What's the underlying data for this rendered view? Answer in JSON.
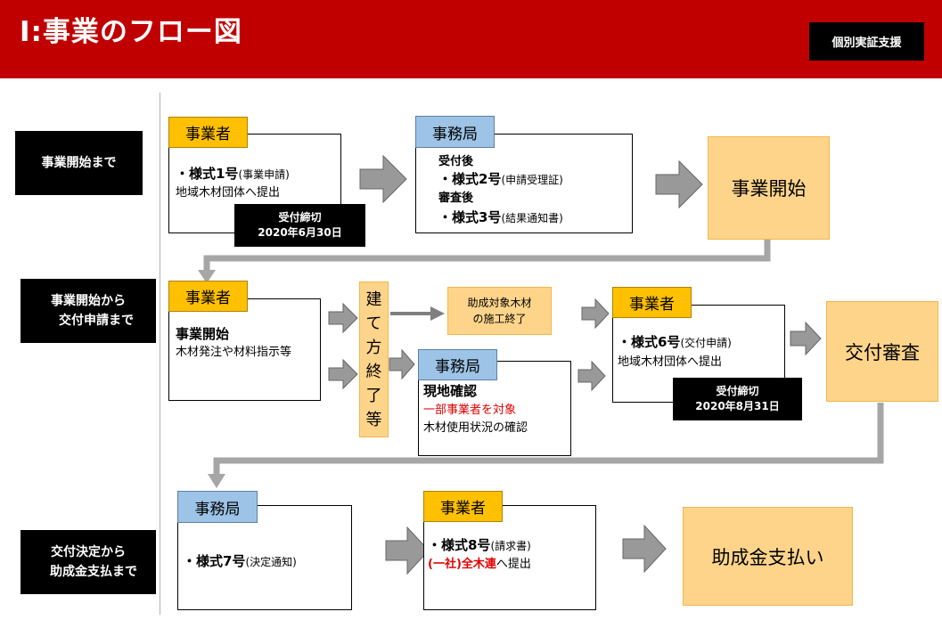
{
  "header": {
    "title": "Ⅰ:事業のフロー図",
    "badge": "個別実証支援"
  },
  "stages": [
    {
      "lines": [
        "事業開始まで"
      ]
    },
    {
      "lines": [
        "事業開始から",
        "交付申請まで"
      ]
    },
    {
      "lines": [
        "交付決定から",
        "助成金支払まで"
      ]
    }
  ],
  "row1": {
    "box1": {
      "tag": "事業者",
      "item": "・様式1号",
      "item_note": "(事業申請)",
      "line2": "地域木材団体へ提出",
      "deadline": [
        "受付締切",
        "2020年6月30日"
      ]
    },
    "box2": {
      "tag": "事務局",
      "l1": "受付後",
      "l2": "・様式2号",
      "l2_note": "(申請受理証)",
      "l3": "審査後",
      "l4": "・様式3号",
      "l4_note": "(結果通知書)"
    },
    "result": "事業開始"
  },
  "row2": {
    "box1": {
      "tag": "事業者",
      "l1": "事業開始",
      "l2": "木材発注や材料指示等"
    },
    "vertical": [
      "建",
      "て",
      "方",
      "終",
      "了",
      "等"
    ],
    "sub_top": [
      "助成対象木材",
      "の施工終了"
    ],
    "box2": {
      "tag": "事務局",
      "l1": "現地確認",
      "l2": "一部事業者を対象",
      "l3": "木材使用状況の確認"
    },
    "box3": {
      "tag": "事業者",
      "item": "・様式6号",
      "item_note": "(交付申請)",
      "line2": "地域木材団体へ提出",
      "deadline": [
        "受付締切",
        "2020年8月31日"
      ]
    },
    "result": "交付審査"
  },
  "row3": {
    "box1": {
      "tag": "事務局",
      "item": "・様式7号",
      "item_note": "(決定通知)"
    },
    "box2": {
      "tag": "事業者",
      "item": "・様式8号",
      "item_note": "(請求書)",
      "l2_red": "(一社)全木連",
      "l2_rest": "へ提出"
    },
    "result": "助成金支払い"
  },
  "colors": {
    "header": "#c00000",
    "tag_yellow": "#ffc000",
    "tag_blue": "#9dc3e6",
    "result_fill": "#fdd48a",
    "arrow": "#a6a6a6",
    "emphasis_red": "#e00000"
  }
}
